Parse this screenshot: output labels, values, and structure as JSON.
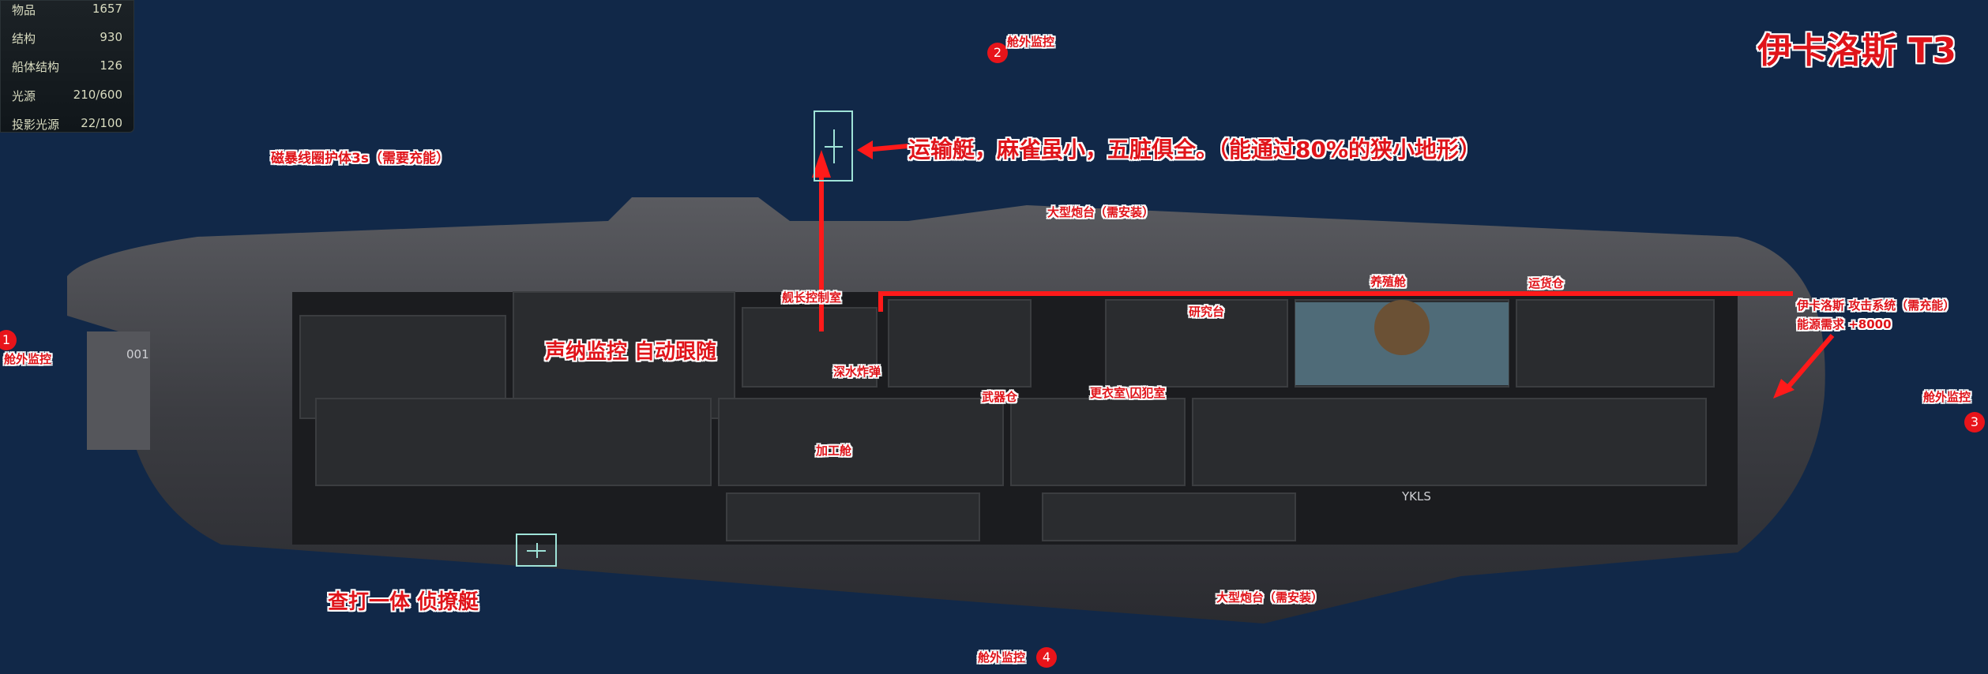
{
  "stats": [
    {
      "label": "物品",
      "value": "1657"
    },
    {
      "label": "结构",
      "value": "930"
    },
    {
      "label": "船体结构",
      "value": "126"
    },
    {
      "label": "光源",
      "value": "210/600"
    },
    {
      "label": "投影光源",
      "value": "22/100"
    }
  ],
  "title": "伊卡洛斯 T3",
  "cameras": [
    {
      "num": "1",
      "label": "舱外监控"
    },
    {
      "num": "2",
      "label": "舱外监控"
    },
    {
      "num": "3",
      "label": "舱外监控"
    },
    {
      "num": "4",
      "label": "舱外监控"
    }
  ],
  "annotations": {
    "coil": "磁暴线圈护体3s（需要充能）",
    "shuttle": "运输艇，麻雀虽小，五脏俱全。（能通过80%的狭小地形）",
    "turret_top": "大型炮台（需安装）",
    "turret_bottom": "大型炮台（需安装）",
    "sonar": "声纳监控 自动跟随",
    "scout": "查打一体 侦撩艇",
    "attack_line1": "伊卡洛斯  攻击系统（需充能）",
    "attack_line2": "能源需求  +8000"
  },
  "rooms": {
    "captain": "舰长控制室",
    "depth_charge": "深水炸弹",
    "weapons": "武器仓",
    "locker": "更衣室\\囚犯室",
    "research": "研究台",
    "breeding": "养殖舱",
    "cargo": "运货仓",
    "fabrication": "加工舱"
  },
  "hull_marks": {
    "bow": "001",
    "stern": "YKLS"
  },
  "colors": {
    "water": "#112848",
    "annotation": "#e0141a",
    "hull": "#4a4b50",
    "reticle": "#9fe3d8"
  }
}
